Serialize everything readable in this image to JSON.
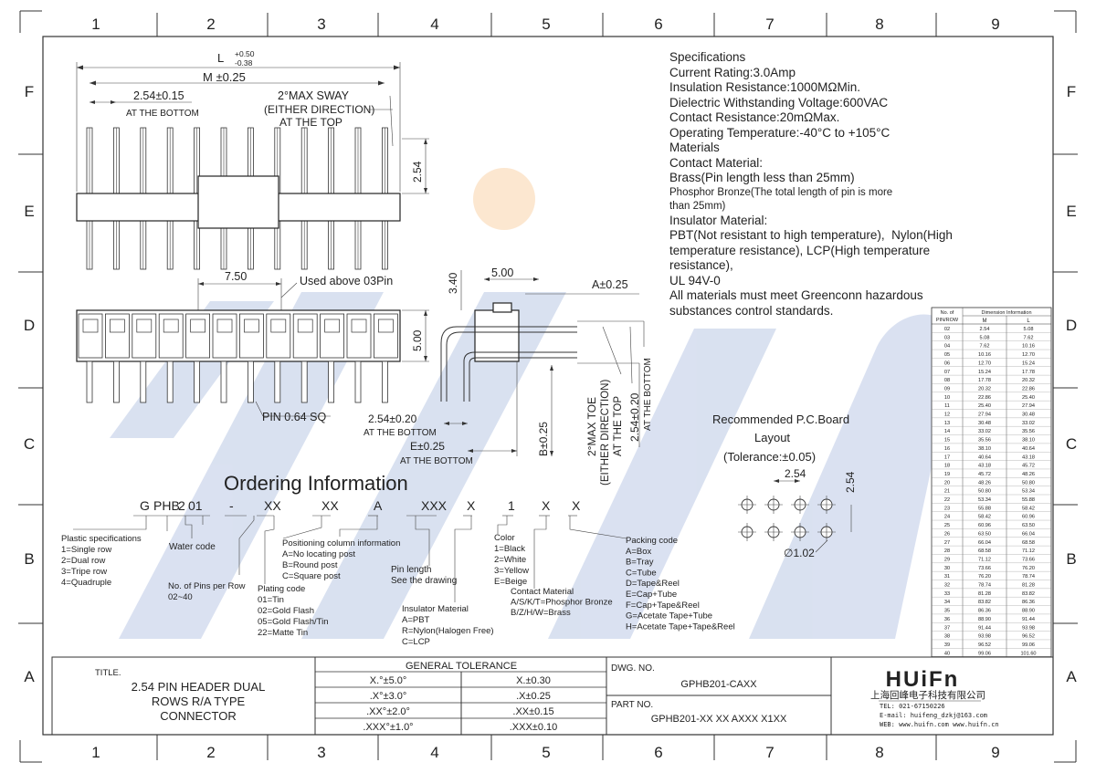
{
  "border": {
    "columns": [
      "1",
      "2",
      "3",
      "4",
      "5",
      "6",
      "7",
      "8",
      "9"
    ],
    "rows": [
      "F",
      "E",
      "D",
      "C",
      "B",
      "A"
    ]
  },
  "drawing": {
    "length_label": "L",
    "length_tol_plus": "+0.50",
    "length_tol_minus": "-0.38",
    "m_label": "M ±0.25",
    "pitch_label": "2.54±0.15",
    "at_bottom": "AT THE BOTTOM",
    "sway_1": "2°MAX SWAY",
    "sway_2": "(EITHER DIRECTION)",
    "sway_3": "AT THE TOP",
    "side_254": "2.54",
    "dim_750": "7.50",
    "used_above": "Used above 03Pin",
    "dim_500_v": "5.00",
    "pin_sq": "PIN 0.64 SQ",
    "dim_340": "3.40",
    "dim_500_h": "5.00",
    "a_tol": "A±0.25",
    "b_tol": "B±0.25",
    "e_tol": "E±0.25",
    "pitch_020": "2.54±0.20",
    "pitch_020_note": "AT THE BOTTOM",
    "toe_1": "2°MAX TOE",
    "toe_2": "(EITHER DIRECTION)",
    "toe_3": "AT THE TOP",
    "side_020": "2.54±0.20",
    "side_020_note": "AT THE BOTTOM",
    "pcb_title_1": "Recommended P.C.Board",
    "pcb_title_2": "Layout",
    "pcb_title_3": "(Tolerance:±0.05)",
    "pcb_pitch_h": "2.54",
    "pcb_pitch_v": "2.54",
    "pcb_hole": "∅1.02"
  },
  "specs": {
    "lines": [
      {
        "text": "Specifications",
        "size": "big"
      },
      {
        "text": "Current Rating:3.0Amp",
        "size": "big"
      },
      {
        "text": "Insulation Resistance:1000MΩMin.",
        "size": "big"
      },
      {
        "text": "Dielectric Withstanding Voltage:600VAC",
        "size": "big"
      },
      {
        "text": "Contact Resistance:20mΩMax.",
        "size": "big"
      },
      {
        "text": "Operating Temperature:-40°C to +105°C",
        "size": "big"
      },
      {
        "text": "Materials",
        "size": "big"
      },
      {
        "text": "Contact Material:",
        "size": "big"
      },
      {
        "text": "Brass(Pin length less than 25mm)",
        "size": "big"
      },
      {
        "text": "Phosphor Bronze(The total length of pin is more",
        "size": "small"
      },
      {
        "text": "than 25mm)",
        "size": "small"
      },
      {
        "text": "Insulator Material:",
        "size": "big"
      },
      {
        "text": "PBT(Not resistant to high temperature),  Nylon(High",
        "size": "big"
      },
      {
        "text": "temperature resistance), LCP(High temperature",
        "size": "big"
      },
      {
        "text": "resistance),",
        "size": "big"
      },
      {
        "text": "UL 94V-0",
        "size": "big"
      },
      {
        "text": "All materials must meet Greenconn hazardous",
        "size": "big"
      },
      {
        "text": "substances control standards.",
        "size": "big"
      }
    ]
  },
  "dimension_table": {
    "header_pos": "No. of",
    "header_pos2": "PIN/ROW",
    "header_dim": "Dimension Information",
    "col_m": "M",
    "col_l": "L",
    "rows": [
      [
        "02",
        "2.54",
        "5.08"
      ],
      [
        "03",
        "5.08",
        "7.62"
      ],
      [
        "04",
        "7.62",
        "10.16"
      ],
      [
        "05",
        "10.16",
        "12.70"
      ],
      [
        "06",
        "12.70",
        "15.24"
      ],
      [
        "07",
        "15.24",
        "17.78"
      ],
      [
        "08",
        "17.78",
        "20.32"
      ],
      [
        "09",
        "20.32",
        "22.86"
      ],
      [
        "10",
        "22.86",
        "25.40"
      ],
      [
        "11",
        "25.40",
        "27.94"
      ],
      [
        "12",
        "27.94",
        "30.48"
      ],
      [
        "13",
        "30.48",
        "33.02"
      ],
      [
        "14",
        "33.02",
        "35.56"
      ],
      [
        "15",
        "35.56",
        "38.10"
      ],
      [
        "16",
        "38.10",
        "40.64"
      ],
      [
        "17",
        "40.64",
        "43.18"
      ],
      [
        "18",
        "43.18",
        "45.72"
      ],
      [
        "19",
        "45.72",
        "48.26"
      ],
      [
        "20",
        "48.26",
        "50.80"
      ],
      [
        "21",
        "50.80",
        "53.34"
      ],
      [
        "22",
        "53.34",
        "55.88"
      ],
      [
        "23",
        "55.88",
        "58.42"
      ],
      [
        "24",
        "58.42",
        "60.96"
      ],
      [
        "25",
        "60.96",
        "63.50"
      ],
      [
        "26",
        "63.50",
        "66.04"
      ],
      [
        "27",
        "66.04",
        "68.58"
      ],
      [
        "28",
        "68.58",
        "71.12"
      ],
      [
        "29",
        "71.12",
        "73.66"
      ],
      [
        "30",
        "73.66",
        "76.20"
      ],
      [
        "31",
        "76.20",
        "78.74"
      ],
      [
        "32",
        "78.74",
        "81.28"
      ],
      [
        "33",
        "81.28",
        "83.82"
      ],
      [
        "34",
        "83.82",
        "86.36"
      ],
      [
        "35",
        "86.36",
        "88.90"
      ],
      [
        "36",
        "88.90",
        "91.44"
      ],
      [
        "37",
        "91.44",
        "93.98"
      ],
      [
        "38",
        "93.98",
        "96.52"
      ],
      [
        "39",
        "96.52",
        "99.06"
      ],
      [
        "40",
        "99.06",
        "101.60"
      ]
    ]
  },
  "ordering": {
    "title": "Ordering Information",
    "code_parts": [
      "G",
      "PHB",
      "2",
      "01",
      "-",
      "XX",
      "XX",
      "A",
      "XXX",
      "X",
      "1",
      "X",
      "X"
    ],
    "plastic": [
      "Plastic specifications",
      "1=Single row",
      "2=Dual row",
      "3=Tripe row",
      "4=Quadruple"
    ],
    "water": "Water code",
    "pins_per_row": [
      "No. of Pins per Row",
      "02~40"
    ],
    "plating": [
      "Plating code",
      "01=Tin",
      "02=Gold Flash",
      "05=Gold Flash/Tin",
      "22=Matte Tin"
    ],
    "positioning": [
      "Positioning column information",
      "A=No locating post",
      "B=Round post",
      "C=Square post"
    ],
    "pin_length": [
      "Pin length",
      "See the drawing"
    ],
    "insulator": [
      "Insulator Material",
      "A=PBT",
      "R=Nylon(Halogen Free)",
      "C=LCP"
    ],
    "color": [
      "Color",
      "1=Black",
      "2=White",
      "3=Yellow",
      "E=Beige"
    ],
    "contact": [
      "Contact Material",
      "A/S/K/T=Phosphor Bronze",
      "B/Z/H/W=Brass"
    ],
    "packing": [
      "Packing code",
      "A=Box",
      "B=Tray",
      "C=Tube",
      "D=Tape&Reel",
      "E=Cap+Tube",
      "F=Cap+Tape&Reel",
      "G=Acetate Tape+Tube",
      "H=Acetate Tape+Tape&Reel"
    ]
  },
  "title_block": {
    "title_label": "TITLE.",
    "title_lines": [
      "2.54 PIN HEADER DUAL",
      "ROWS R/A TYPE",
      "CONNECTOR"
    ],
    "tolerance_header": "GENERAL TOLERANCE",
    "tolerance_rows": [
      [
        "X.°±5.0°",
        "X.±0.30"
      ],
      [
        ".X°±3.0°",
        ".X±0.25"
      ],
      [
        ".XX°±2.0°",
        ".XX±0.15"
      ],
      [
        ".XXX°±1.0°",
        ".XXX±0.10"
      ]
    ],
    "dwg_label": "DWG. NO.",
    "dwg_value": "GPHB201-CAXX",
    "part_label": "PART NO.",
    "part_value": "GPHB201-XX XX AXXX X1XX",
    "logo_text": "HUiFn",
    "company": "上海回峰电子科技有限公司",
    "tel": "TEL: 021-67150226",
    "email": "E-mail: huifeng_dzkj@163.com",
    "web": "WEB: www.huifn.com  www.huifn.cn"
  },
  "colors": {
    "watermark_blue": "#c9d4ea",
    "watermark_orange": "#f8dcc0",
    "line": "#333333"
  }
}
